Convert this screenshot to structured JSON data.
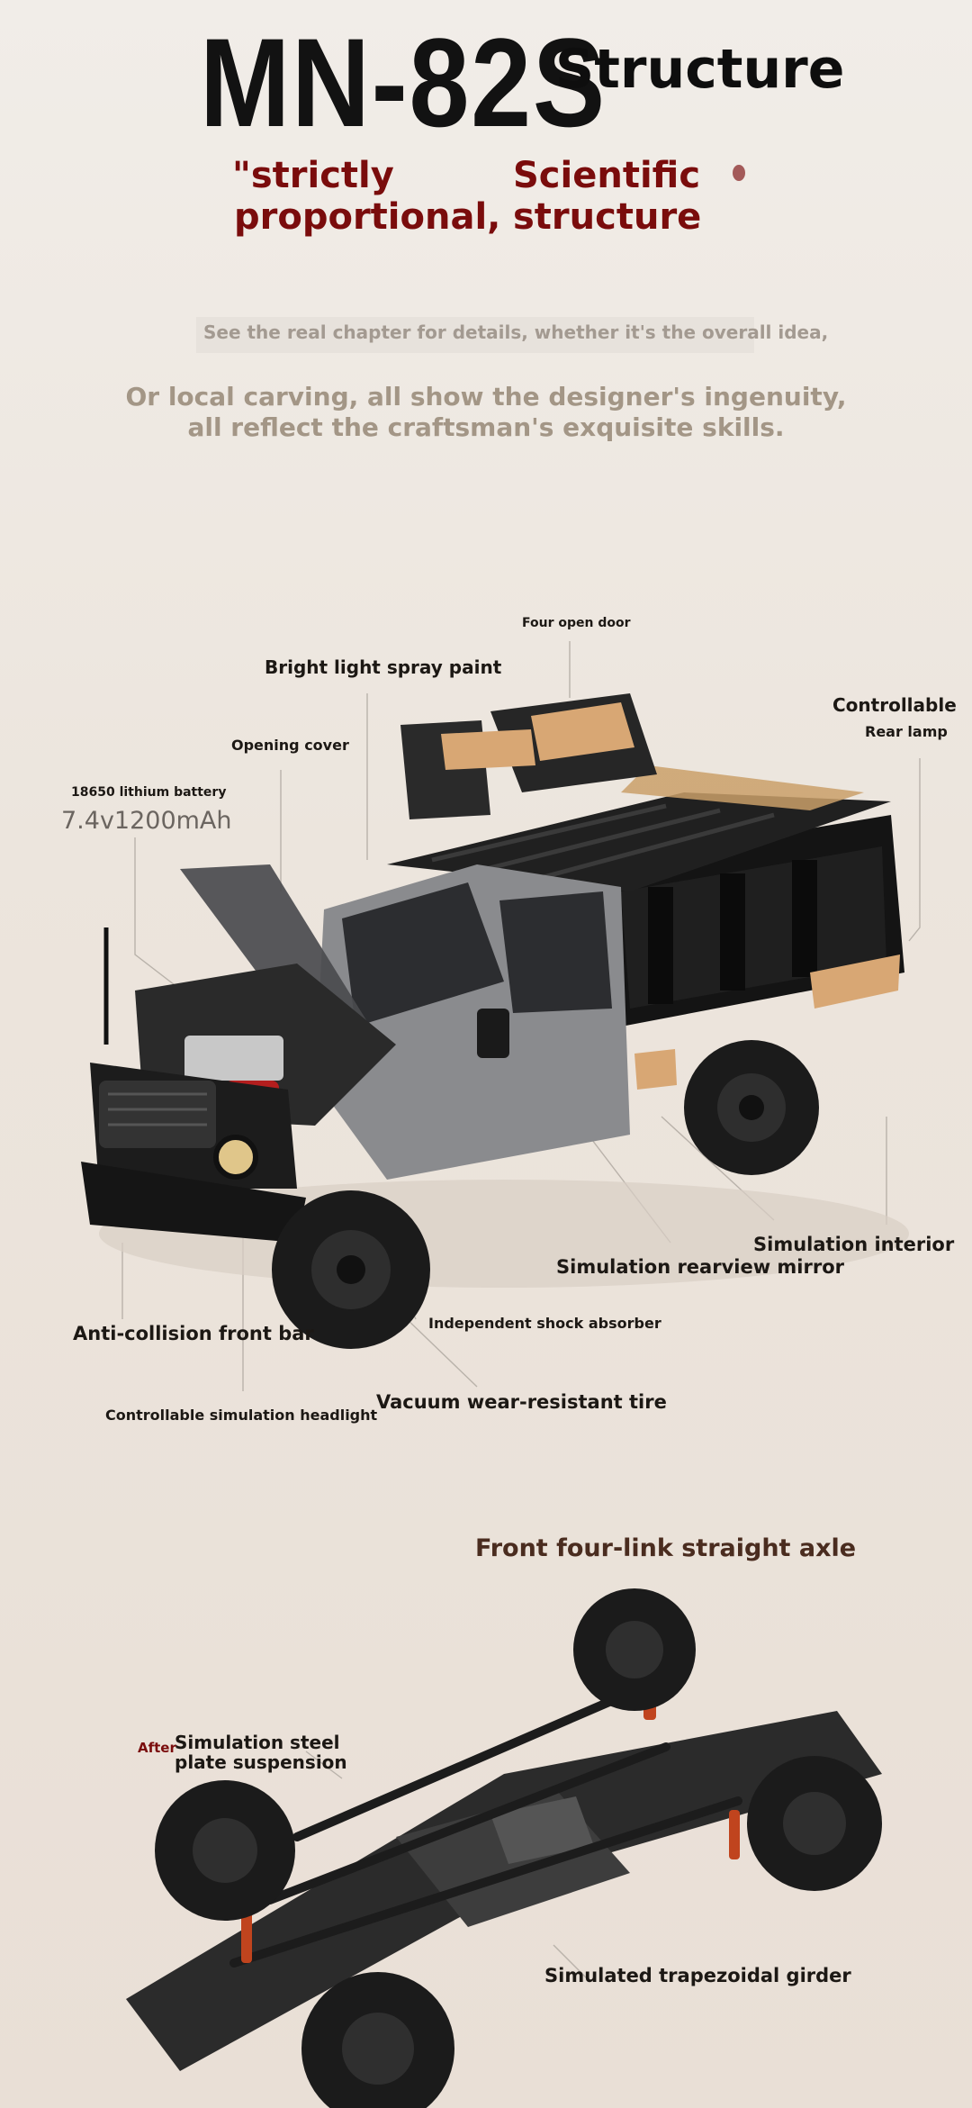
{
  "header": {
    "model": "MN-82S",
    "structure_word": "Structure",
    "tag_left": [
      "\"strictly",
      "proportional,"
    ],
    "tag_right": [
      "Scientific",
      "structure"
    ],
    "subtitle_1": "See the real chapter for details, whether it's the overall idea,",
    "subtitle_2": [
      "Or local carving, all show the designer's ingenuity,",
      "all reflect the craftsman's exquisite skills."
    ]
  },
  "truck_labels": {
    "four_open_door": "Four open door",
    "bright_light": "Bright light spray paint",
    "controllable": "Controllable",
    "rear_lamp": "Rear lamp",
    "opening_cover": "Opening cover",
    "battery_type": "18650 lithium battery",
    "battery_spec": "7.4v1200mAh",
    "sim_interior": "Simulation interior",
    "sim_mirror": "Simulation rearview mirror",
    "anti_collision": "Anti-collision front bar",
    "shock": "Independent shock absorber",
    "tire": "Vacuum wear-resistant tire",
    "headlight": "Controllable simulation headlight"
  },
  "chassis_labels": {
    "front_axle": "Front four-link straight axle",
    "after": "After",
    "steel_plate": [
      "Simulation steel",
      "plate suspension"
    ],
    "girder": "Simulated trapezoidal girder"
  },
  "colors": {
    "accent_red": "#7a0c0c",
    "truck_grey": "#8a8b8e",
    "tan": "#d8a774"
  }
}
